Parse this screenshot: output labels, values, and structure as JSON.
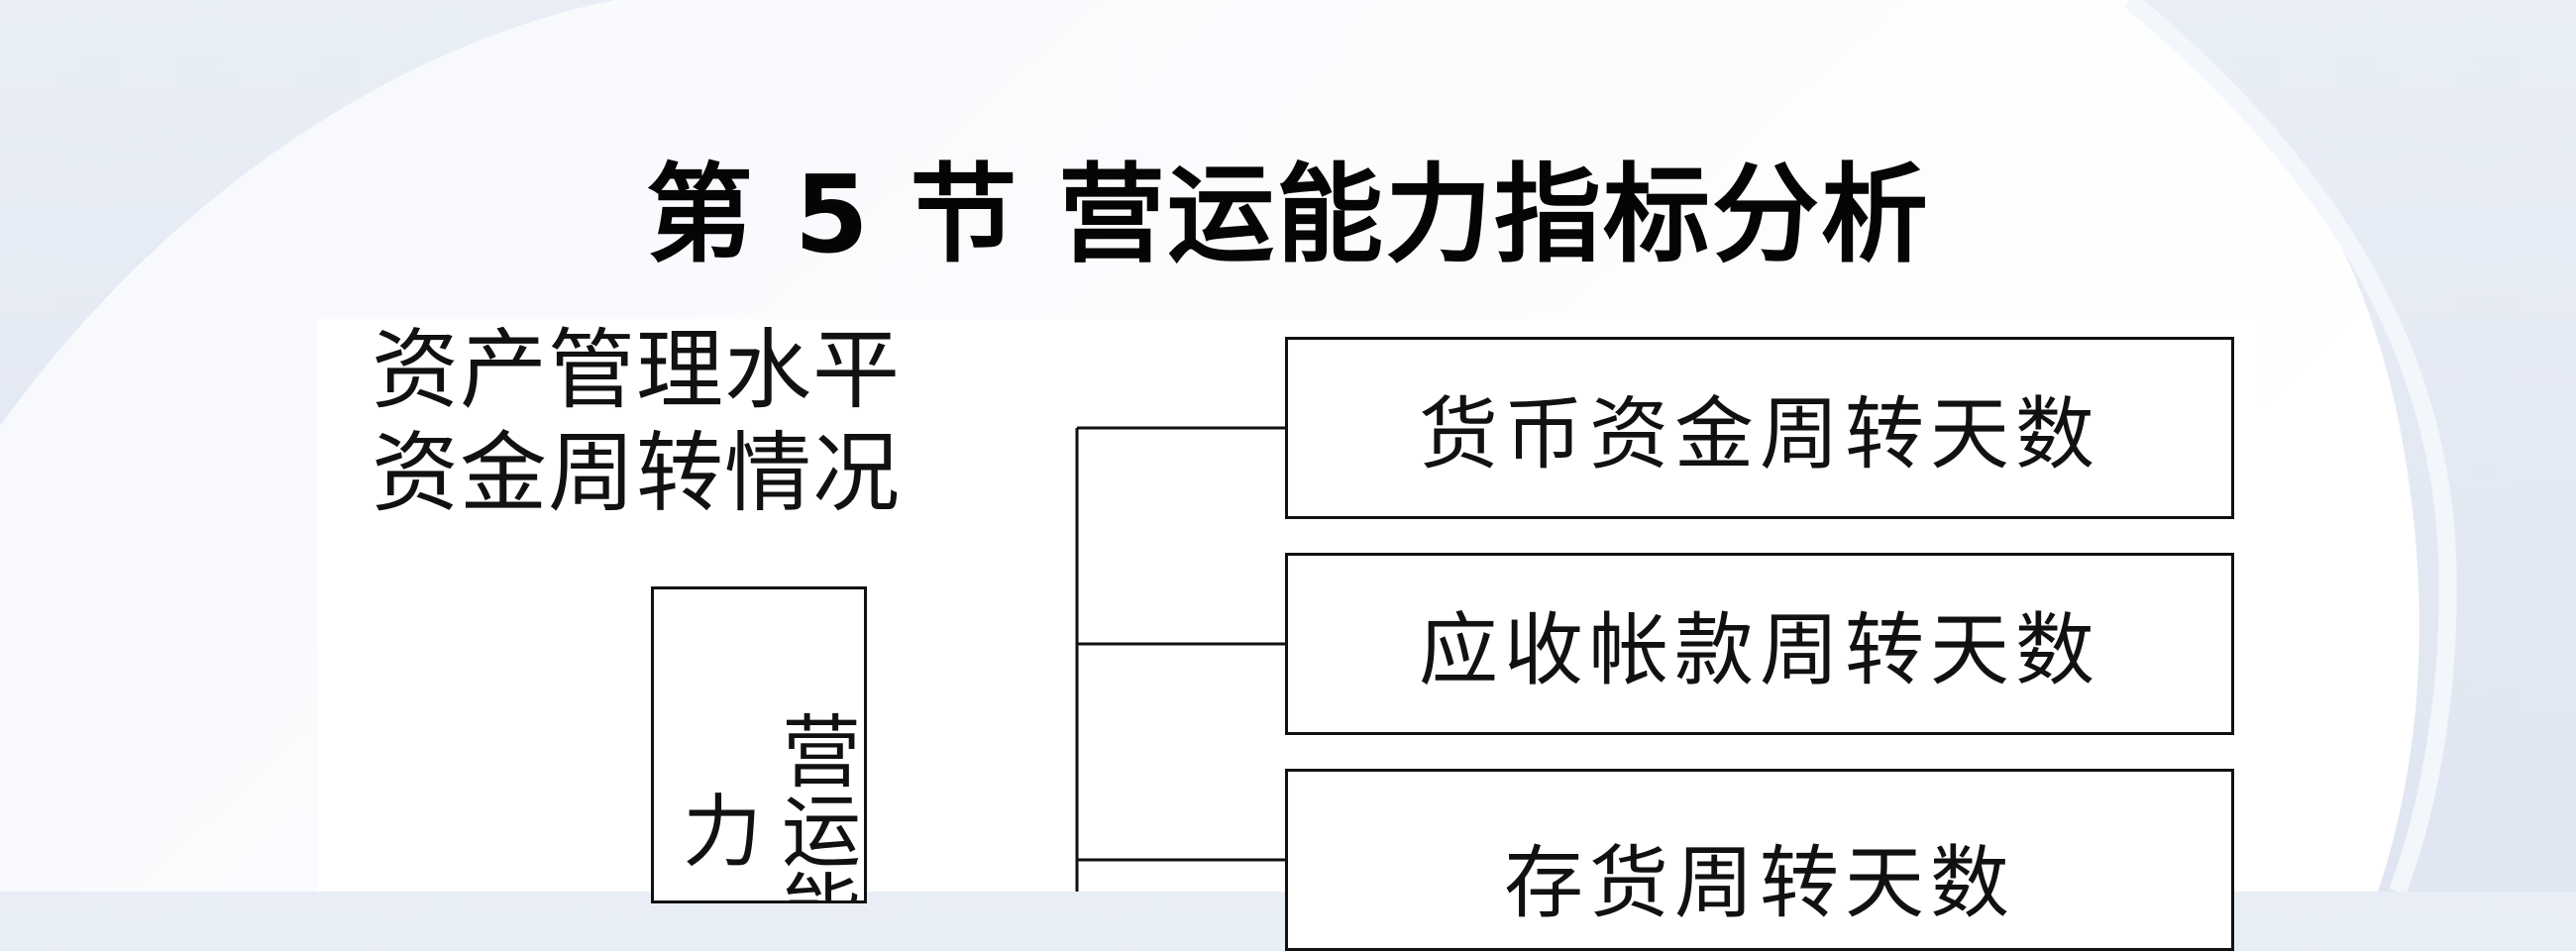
{
  "title": "第 5 节  营运能力指标分析",
  "intro": {
    "line1": "资产管理水平",
    "line2": "资金周转情况"
  },
  "root": {
    "label": "营运能力"
  },
  "children": [
    {
      "label": "货币资金周转天数"
    },
    {
      "label": "应收帐款周转天数"
    },
    {
      "label": "存货周转天数"
    }
  ],
  "colors": {
    "background": "#e6ecf5",
    "panel": "#ffffff",
    "line": "#111111",
    "text": "#050505"
  }
}
